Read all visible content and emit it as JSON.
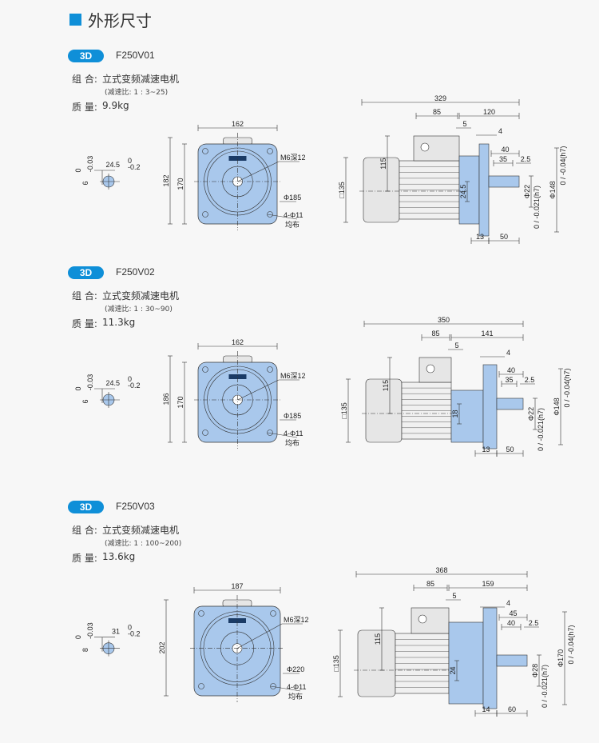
{
  "page_title": "外形尺寸",
  "colors": {
    "accent": "#0f8fd8",
    "part_blue": "#a9c8ec",
    "part_grey": "#e6e6e6"
  },
  "sections": [
    {
      "badge": "3D",
      "model": "F250V01",
      "combo_label": "组 合:",
      "combo": "立式变频减速电机",
      "ratio": "(减速比: 1 : 3~25)",
      "weight_label": "质 量:",
      "weight": "9.9kg",
      "dims": {
        "key_w": "6",
        "key_w_up": "0",
        "key_w_lo": "-0.03",
        "key_h": "24.5",
        "key_h_up": "0",
        "key_h_lo": "-0.2",
        "width": "162",
        "height": "182",
        "height2": "170",
        "tap": "M6深12",
        "pcd": "Φ185",
        "holes": "4-Φ11",
        "holes_note": "均布",
        "total": "329",
        "box": "85",
        "gear_len": "120",
        "gap": "5",
        "flange_t": "4",
        "shaft_len": "40",
        "key_len": "35",
        "key_off": "2.5",
        "tb_h": "115",
        "square": "□135",
        "offset": "24.5",
        "spigot": "13",
        "shaft_proj": "50",
        "shaft_d": "Φ22",
        "shaft_d_tol": "0 / -0.021(h7)",
        "spigot_d": "Φ148",
        "spigot_d_tol": "0 / -0.04(h7)"
      }
    },
    {
      "badge": "3D",
      "model": "F250V02",
      "combo_label": "组 合:",
      "combo": "立式变频减速电机",
      "ratio": "(减速比: 1 : 30~90)",
      "weight_label": "质 量:",
      "weight": "11.3kg",
      "dims": {
        "key_w": "6",
        "key_w_up": "0",
        "key_w_lo": "-0.03",
        "key_h": "24.5",
        "key_h_up": "0",
        "key_h_lo": "-0.2",
        "width": "162",
        "height": "186",
        "height2": "170",
        "tap": "M6深12",
        "pcd": "Φ185",
        "holes": "4-Φ11",
        "holes_note": "均布",
        "total": "350",
        "box": "85",
        "gear_len": "141",
        "gap": "5",
        "flange_t": "4",
        "shaft_len": "40",
        "key_len": "35",
        "key_off": "2.5",
        "tb_h": "115",
        "square": "□135",
        "offset": "18",
        "spigot": "13",
        "shaft_proj": "50",
        "shaft_d": "Φ22",
        "shaft_d_tol": "0 / -0.021(h7)",
        "spigot_d": "Φ148",
        "spigot_d_tol": "0 / -0.04(h7)"
      }
    },
    {
      "badge": "3D",
      "model": "F250V03",
      "combo_label": "组 合:",
      "combo": "立式变频减速电机",
      "ratio": "(减速比: 1 : 100~200)",
      "weight_label": "质 量:",
      "weight": "13.6kg",
      "dims": {
        "key_w": "8",
        "key_w_up": "0",
        "key_w_lo": "-0.03",
        "key_h": "31",
        "key_h_up": "0",
        "key_h_lo": "-0.2",
        "width": "187",
        "height": "202",
        "tap": "M6深12",
        "pcd": "Φ220",
        "holes": "4-Φ11",
        "holes_note": "均布",
        "total": "368",
        "box": "85",
        "gear_len": "159",
        "gap": "5",
        "flange_t": "4",
        "shaft_len": "45",
        "key_len": "40",
        "key_off": "2.5",
        "tb_h": "115",
        "square": "□135",
        "offset": "24",
        "spigot": "14",
        "shaft_proj": "60",
        "shaft_d": "Φ28",
        "shaft_d_tol": "0 / -0.021(h7)",
        "spigot_d": "Φ170",
        "spigot_d_tol": "0 / -0.04(h7)"
      }
    }
  ]
}
